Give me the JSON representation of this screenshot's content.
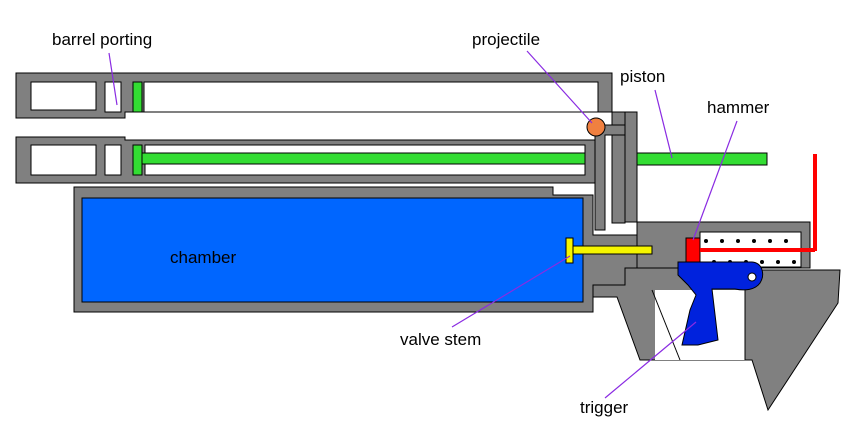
{
  "labels": {
    "barrel_porting": "barrel porting",
    "projectile": "projectile",
    "piston": "piston",
    "hammer": "hammer",
    "chamber": "chamber",
    "valve_stem": "valve stem",
    "trigger": "trigger"
  },
  "colors": {
    "body": "#808080",
    "outline": "#000000",
    "piston": "#33dd33",
    "chamber": "#0066ff",
    "valve_stem": "#f5f500",
    "hammer": "#ff0000",
    "trigger": "#0022dd",
    "projectile": "#f08040",
    "leader": "#8a2be2"
  }
}
